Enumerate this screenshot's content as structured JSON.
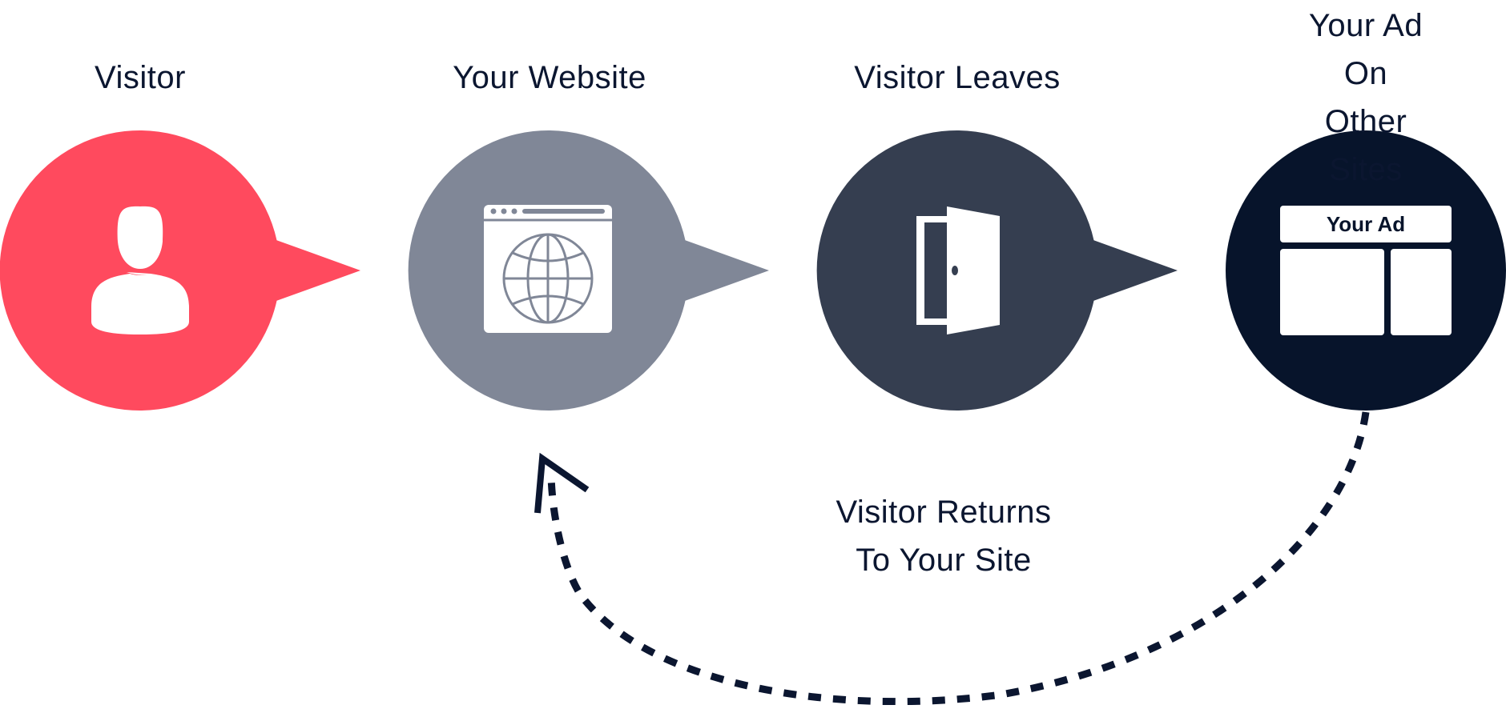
{
  "steps": [
    {
      "label": "Visitor",
      "color": "#ff4a5e",
      "icon": "person-icon"
    },
    {
      "label": "Your Website",
      "color": "#808797",
      "icon": "browser-globe-icon"
    },
    {
      "label": "Visitor Leaves",
      "color": "#353e50",
      "icon": "open-door-icon"
    },
    {
      "label": "Your Ad On\nOther Sites",
      "color": "#07142b",
      "icon": "ad-layout-icon"
    }
  ],
  "ad_label": "Your Ad",
  "return_label": "Visitor Returns\nTo Your Site",
  "return_arrow_color": "#0b1630"
}
